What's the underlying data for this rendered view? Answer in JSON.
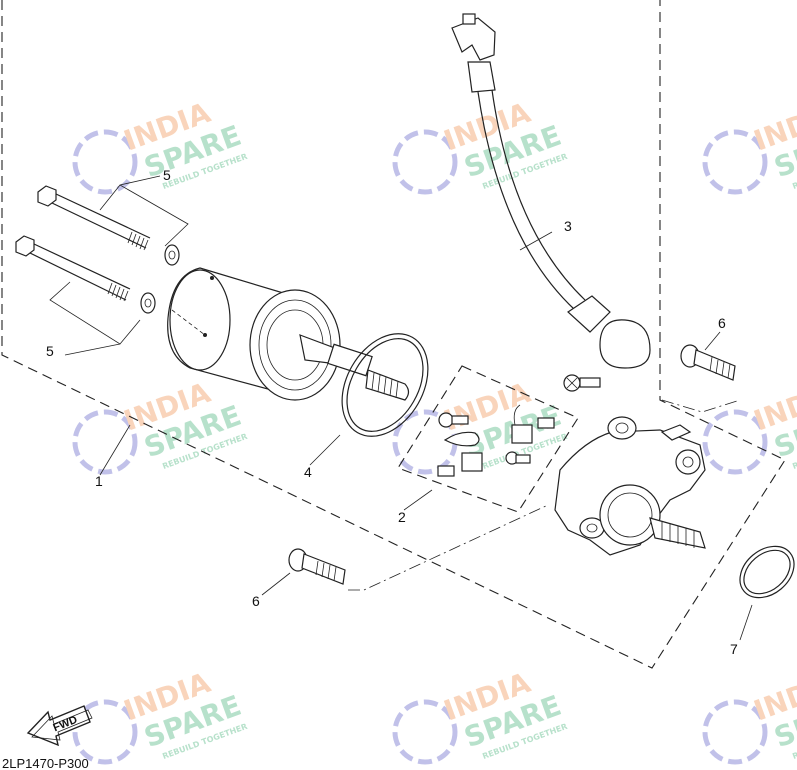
{
  "diagram": {
    "callouts": [
      {
        "id": "1",
        "label": "1"
      },
      {
        "id": "2",
        "label": "2"
      },
      {
        "id": "3",
        "label": "3"
      },
      {
        "id": "4",
        "label": "4"
      },
      {
        "id": "5a",
        "label": "5"
      },
      {
        "id": "5b",
        "label": "5"
      },
      {
        "id": "6a",
        "label": "6"
      },
      {
        "id": "6b",
        "label": "6"
      },
      {
        "id": "7",
        "label": "7"
      }
    ],
    "fwd_arrow_label": "FWD",
    "diagram_code": "2LP1470-P300"
  },
  "watermark": {
    "line1": "INDIA",
    "line2": "SPARE",
    "tagline": "REBUILD TOGETHER",
    "colors": {
      "orange": "#f4b183",
      "green": "#7dc9a0",
      "blue": "#8e8fd8"
    }
  }
}
